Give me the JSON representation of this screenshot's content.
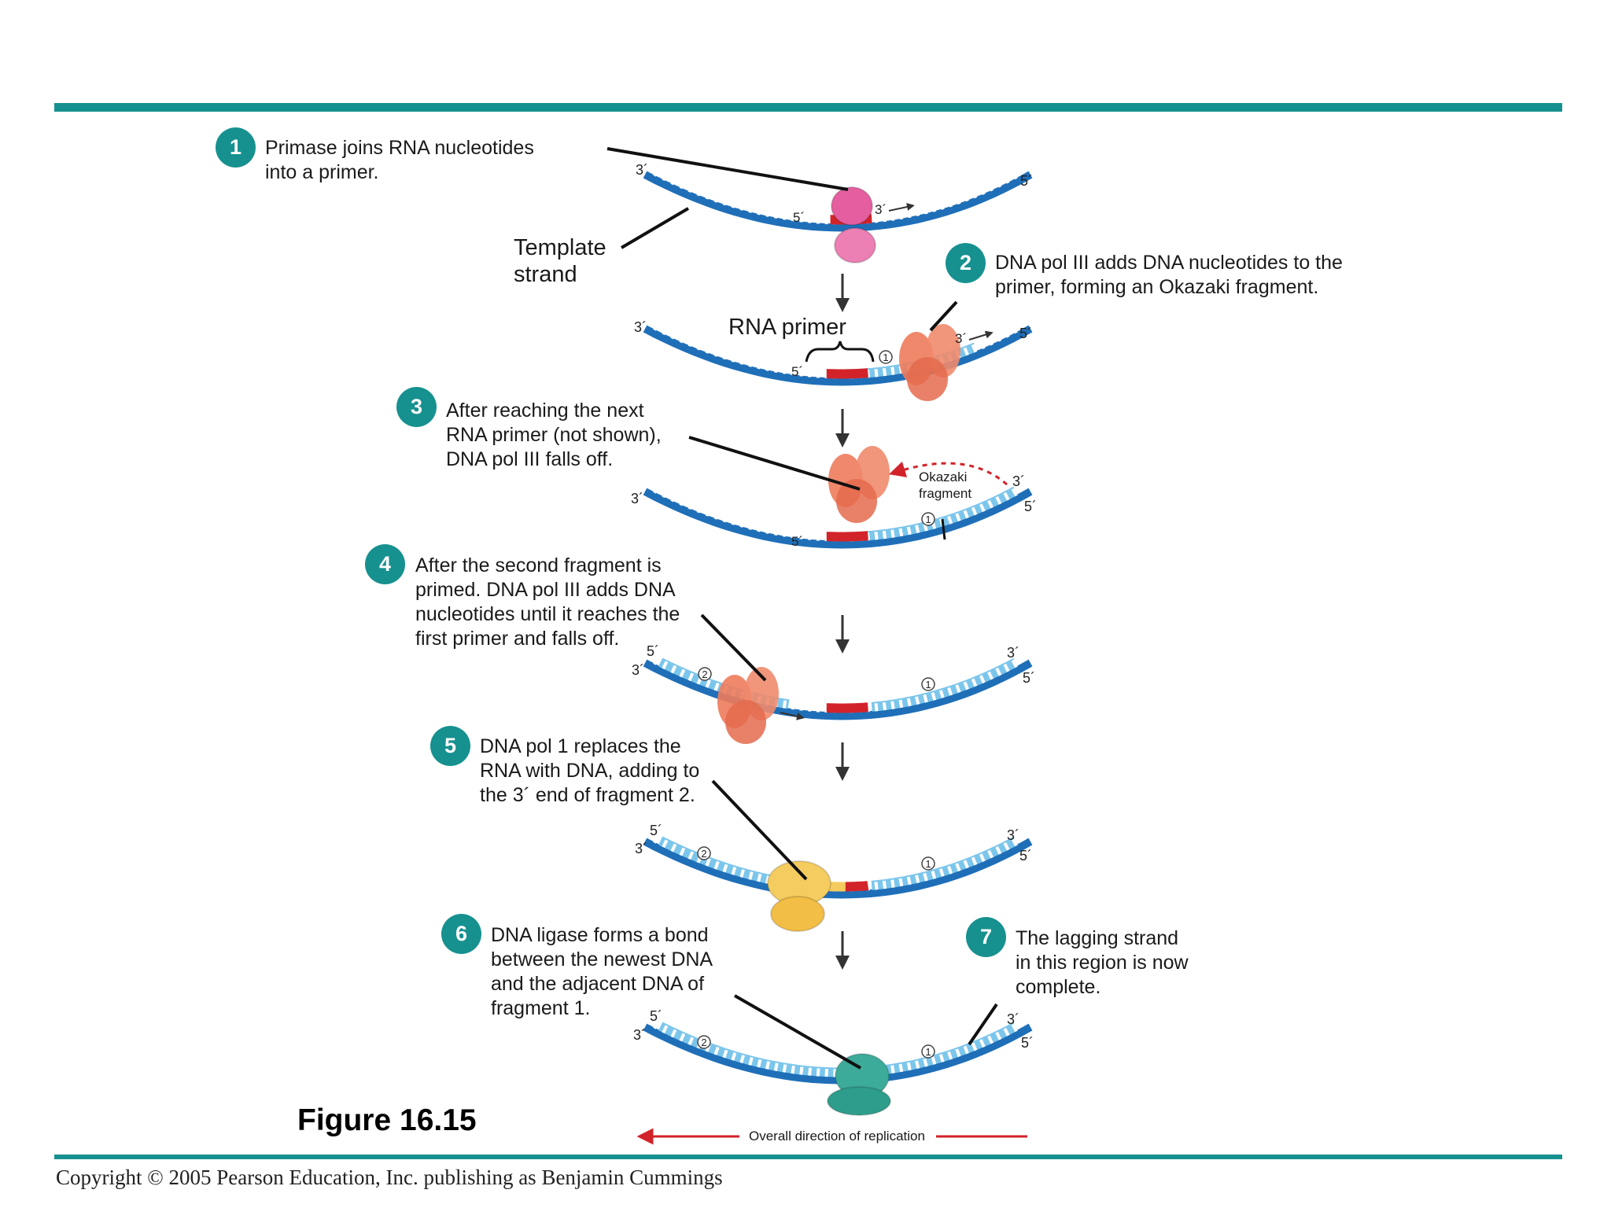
{
  "steps": [
    {
      "num": "1",
      "lines": [
        "Primase joins RNA nucleotides",
        "into a primer."
      ]
    },
    {
      "num": "2",
      "lines": [
        "DNA pol III adds DNA nucleotides to the",
        "primer, forming an Okazaki fragment."
      ]
    },
    {
      "num": "3",
      "lines": [
        "After reaching the next",
        "RNA primer (not shown),",
        "DNA  pol III falls off."
      ]
    },
    {
      "num": "4",
      "lines": [
        "After the second fragment is",
        "primed. DNA pol III adds DNA",
        "nucleotides until it reaches the",
        "first primer and falls off."
      ]
    },
    {
      "num": "5",
      "lines": [
        "DNA  pol 1 replaces the",
        "RNA with DNA, adding to",
        "the 3´ end of fragment 2."
      ]
    },
    {
      "num": "6",
      "lines": [
        "DNA ligase forms a bond",
        "between the newest DNA",
        "and the adjacent DNA  of",
        "fragment 1."
      ]
    },
    {
      "num": "7",
      "lines": [
        "The lagging strand",
        "in this region is now",
        "complete."
      ]
    }
  ],
  "labels": {
    "template_strand": [
      "Template",
      "strand"
    ],
    "rna_primer": "RNA primer",
    "okazaki_fragment": [
      "Okazaki",
      "fragment"
    ],
    "prime3": "3´",
    "prime5": "5´",
    "fragment1": "1",
    "fragment2": "2"
  },
  "figure_title": "Figure 16.15",
  "direction_label": "Overall direction of replication",
  "copyright": "Copyright © 2005 Pearson Education, Inc. publishing as Benjamin Cummings",
  "colors": {
    "teal": "#16918f",
    "template_strand": "#1f6fb8",
    "new_strand": "#7cc6ec",
    "rna_primer": "#d2232a",
    "primase": "#e55fa0",
    "dna_pol_iii": "#ee7b5c",
    "dna_pol_i": "#f5cc5f",
    "ligase": "#3dab9a"
  }
}
